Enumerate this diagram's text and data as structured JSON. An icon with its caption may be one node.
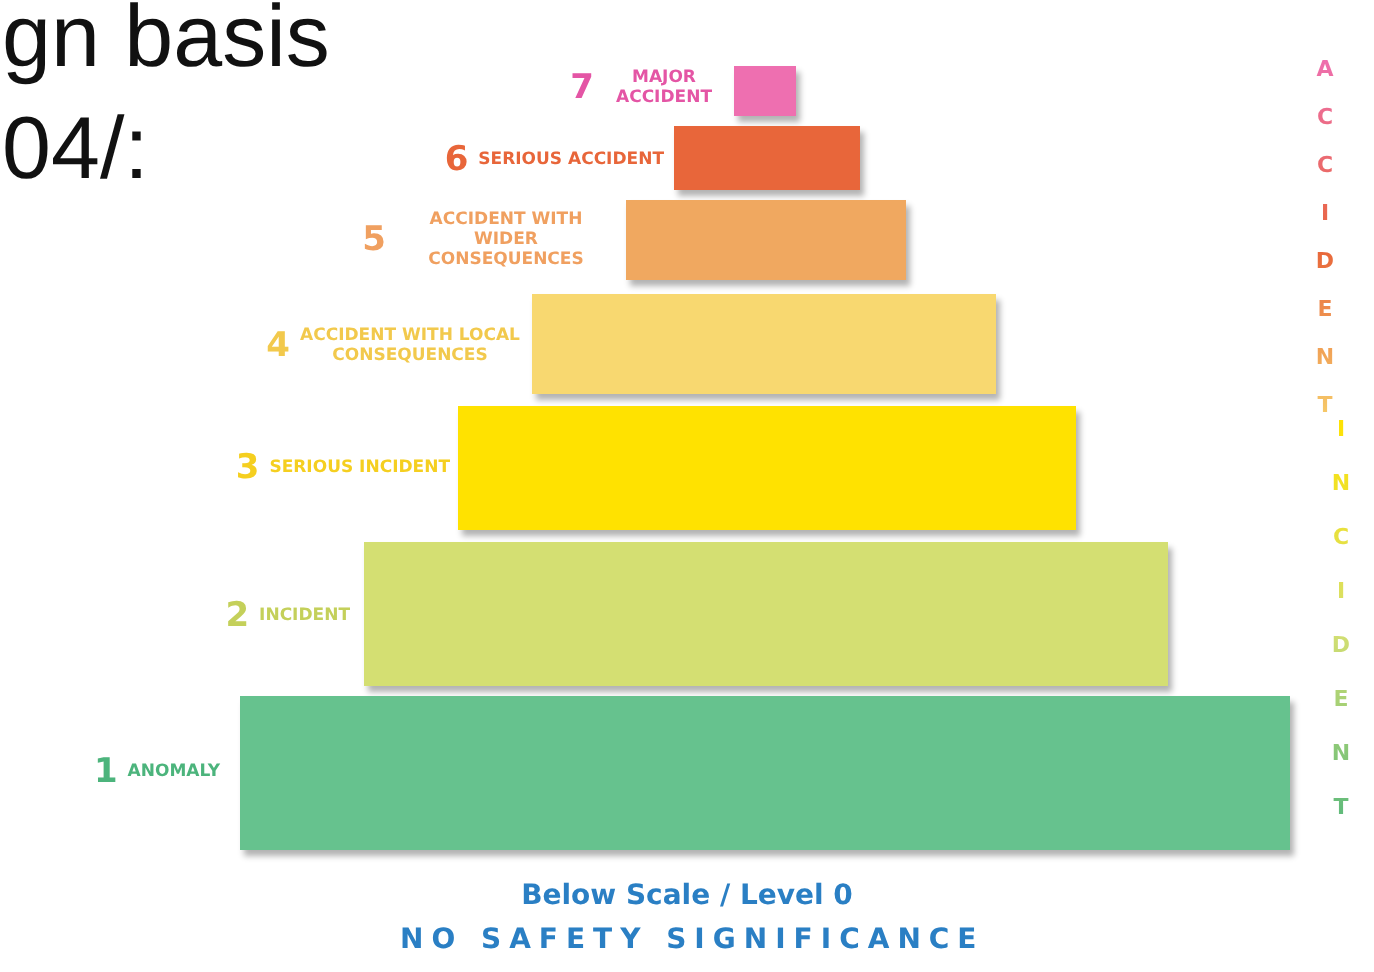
{
  "diagram": {
    "nodes": [
      {
        "text": [],
        "shape": "bar",
        "beside": [
          "7",
          "MAJOR ACCIDENT"
        ]
      },
      {
        "text": [],
        "shape": "bar",
        "beside": [
          "6",
          "SERIOUS ACCIDENT"
        ]
      },
      {
        "text": [],
        "shape": "bar",
        "beside": [
          "5",
          "ACCIDENT WITH WIDER CONSEQUENCES"
        ]
      },
      {
        "text": [],
        "shape": "bar",
        "beside": [
          "4",
          "ACCIDENT WITH LOCAL CONSEQUENCES"
        ]
      },
      {
        "text": [],
        "shape": "bar",
        "beside": [
          "3",
          "SERIOUS INCIDENT"
        ]
      },
      {
        "text": [],
        "shape": "bar",
        "beside": [
          "2",
          "INCIDENT"
        ]
      },
      {
        "text": [],
        "shape": "bar",
        "beside": [
          "1",
          "ANOMALY"
        ]
      }
    ],
    "labels": [
      "gn basis",
      "04/:",
      "ACCIDENT",
      "INCIDENT",
      "Below Scale / Level 0",
      "NO SAFETY SIGNIFICANCE"
    ]
  }
}
